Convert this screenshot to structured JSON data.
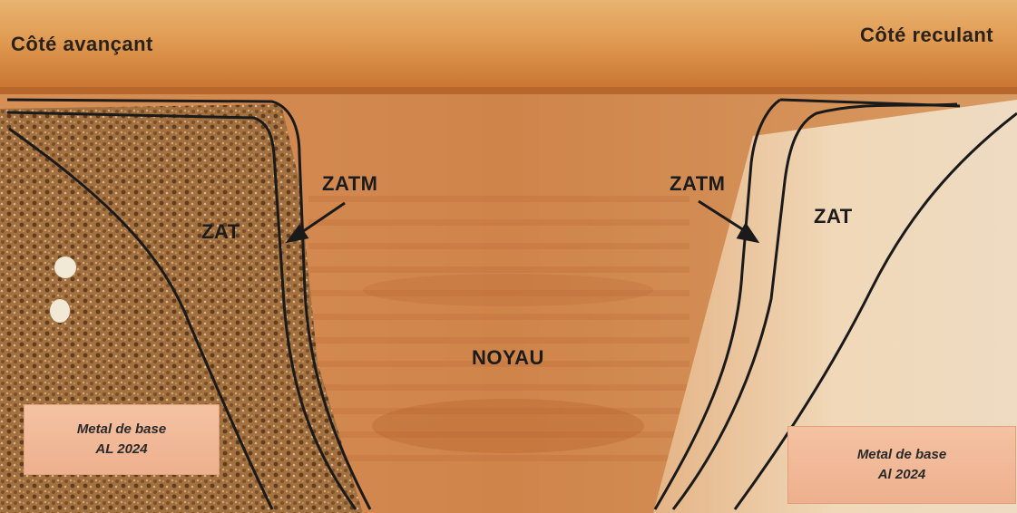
{
  "labels": {
    "advancing_side": "Côté avançant",
    "retreating_side": "Côté reculant",
    "zatm_left": "ZATM",
    "zatm_right": "ZATM",
    "zat_left": "ZAT",
    "zat_right": "ZAT",
    "nugget": "NOYAU"
  },
  "base_metal_left": {
    "line1": "Metal de base",
    "line2": "AL 2024"
  },
  "base_metal_right": {
    "line1": "Metal de base",
    "line2": "Al 2024"
  },
  "colors": {
    "top_band": "#d9893e",
    "nugget": "#cf8a4e",
    "base_left": "#a87648",
    "base_right": "#ecd2b0",
    "boundary_lines": "#1a1a1a",
    "label_box": "#f2b896"
  }
}
